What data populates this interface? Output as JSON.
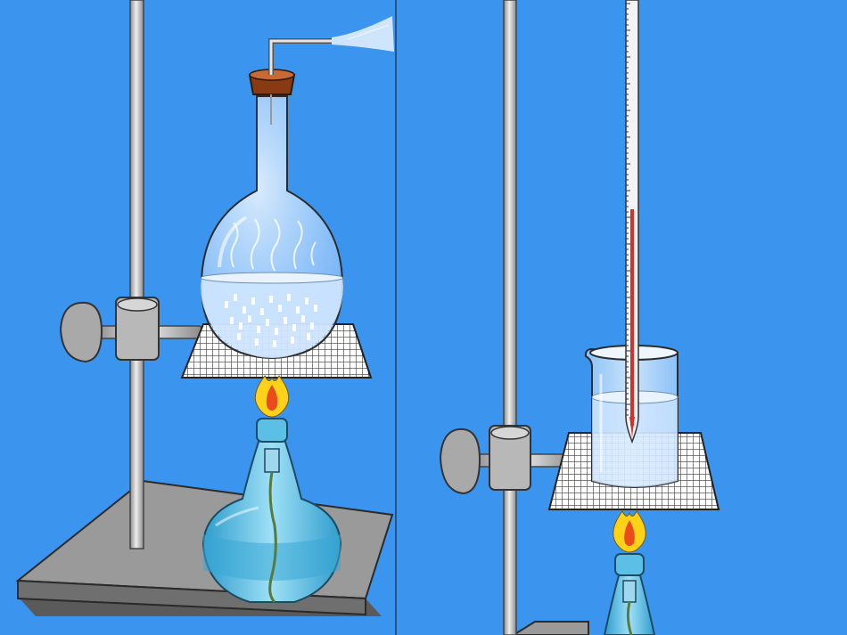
{
  "diagram": {
    "panels": [
      {
        "id": "left",
        "apparatus": [
          "iron-stand",
          "stand-clamp",
          "wire-gauze",
          "round-bottom-flask",
          "rubber-stopper",
          "bent-glass-tube",
          "vapor-plume",
          "boiling-water",
          "alcohol-lamp",
          "flame"
        ]
      },
      {
        "id": "right",
        "apparatus": [
          "iron-stand",
          "stand-clamp",
          "wire-gauze",
          "beaker",
          "water",
          "thermometer",
          "alcohol-lamp",
          "flame"
        ]
      }
    ],
    "thermometer_level": 0.5
  },
  "colors": {
    "background": "#3b95ee",
    "stand_metal": "#c9c9c9",
    "base_plate": "#9a9a9a",
    "glass": "#e8f3ff",
    "water": "#cfe6ff",
    "lamp_glass": "#5cc0e6",
    "flame_outer": "#ffd21a",
    "flame_inner": "#e94b1c",
    "stopper": "#8a3a12",
    "thermometer_liquid": "#d2322b",
    "gauze": "#3a3a3a"
  }
}
